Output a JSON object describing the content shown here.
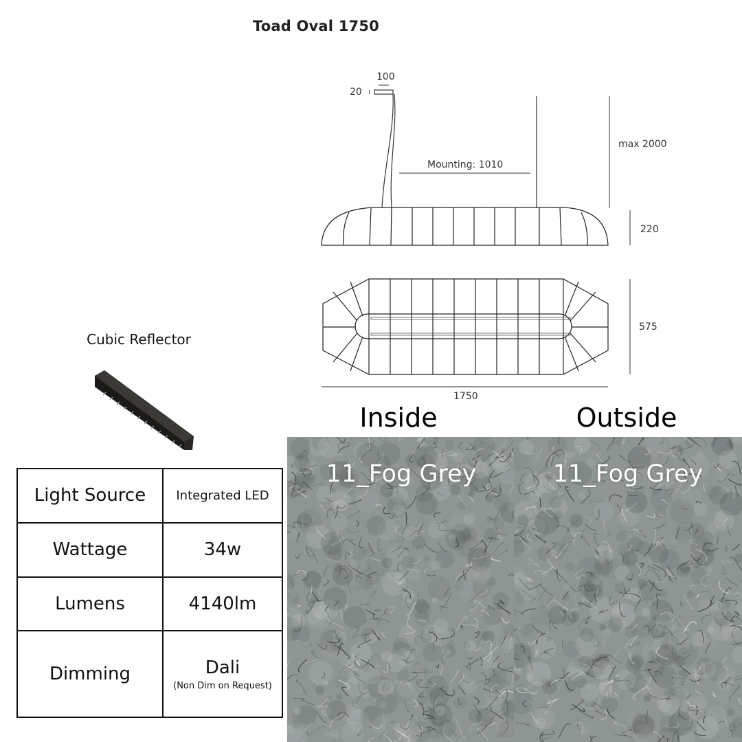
{
  "product": {
    "title": "Toad Oval 1750"
  },
  "drawing": {
    "canopy_width": "100",
    "canopy_height": "20",
    "mounting": "Mounting: 1010",
    "max_drop": "max 2000",
    "height": "220",
    "depth": "575",
    "length": "1750"
  },
  "reflector": {
    "label": "Cubic Reflector"
  },
  "specs": [
    {
      "key": "Light Source",
      "value": "Integrated LED",
      "note": ""
    },
    {
      "key": "Wattage",
      "value": "34w",
      "note": ""
    },
    {
      "key": "Lumens",
      "value": "4140lm",
      "note": ""
    },
    {
      "key": "Dimming",
      "value": "Dali",
      "note": "(Non Dim on Request)"
    }
  ],
  "finishes": {
    "inside": {
      "heading": "Inside",
      "label": "11_Fog Grey"
    },
    "outside": {
      "heading": "Outside",
      "label": "11_Fog Grey"
    },
    "swatch_color": "#8e9593"
  }
}
